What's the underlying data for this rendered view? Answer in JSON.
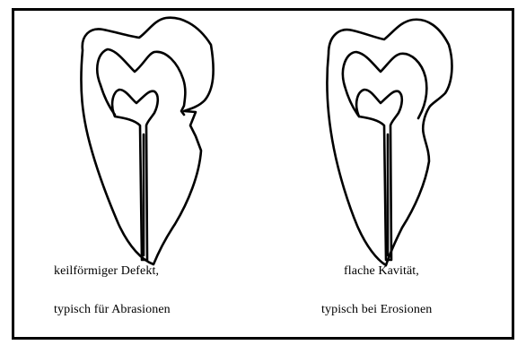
{
  "figures": [
    {
      "name": "wedge-shaped-defect",
      "caption_line1": "keilförmiger Defekt,",
      "caption_line2": "typisch für Abrasionen"
    },
    {
      "name": "flat-cavity",
      "caption_line1": "flache Kavität,",
      "caption_line2": "typisch bei Erosionen"
    }
  ]
}
